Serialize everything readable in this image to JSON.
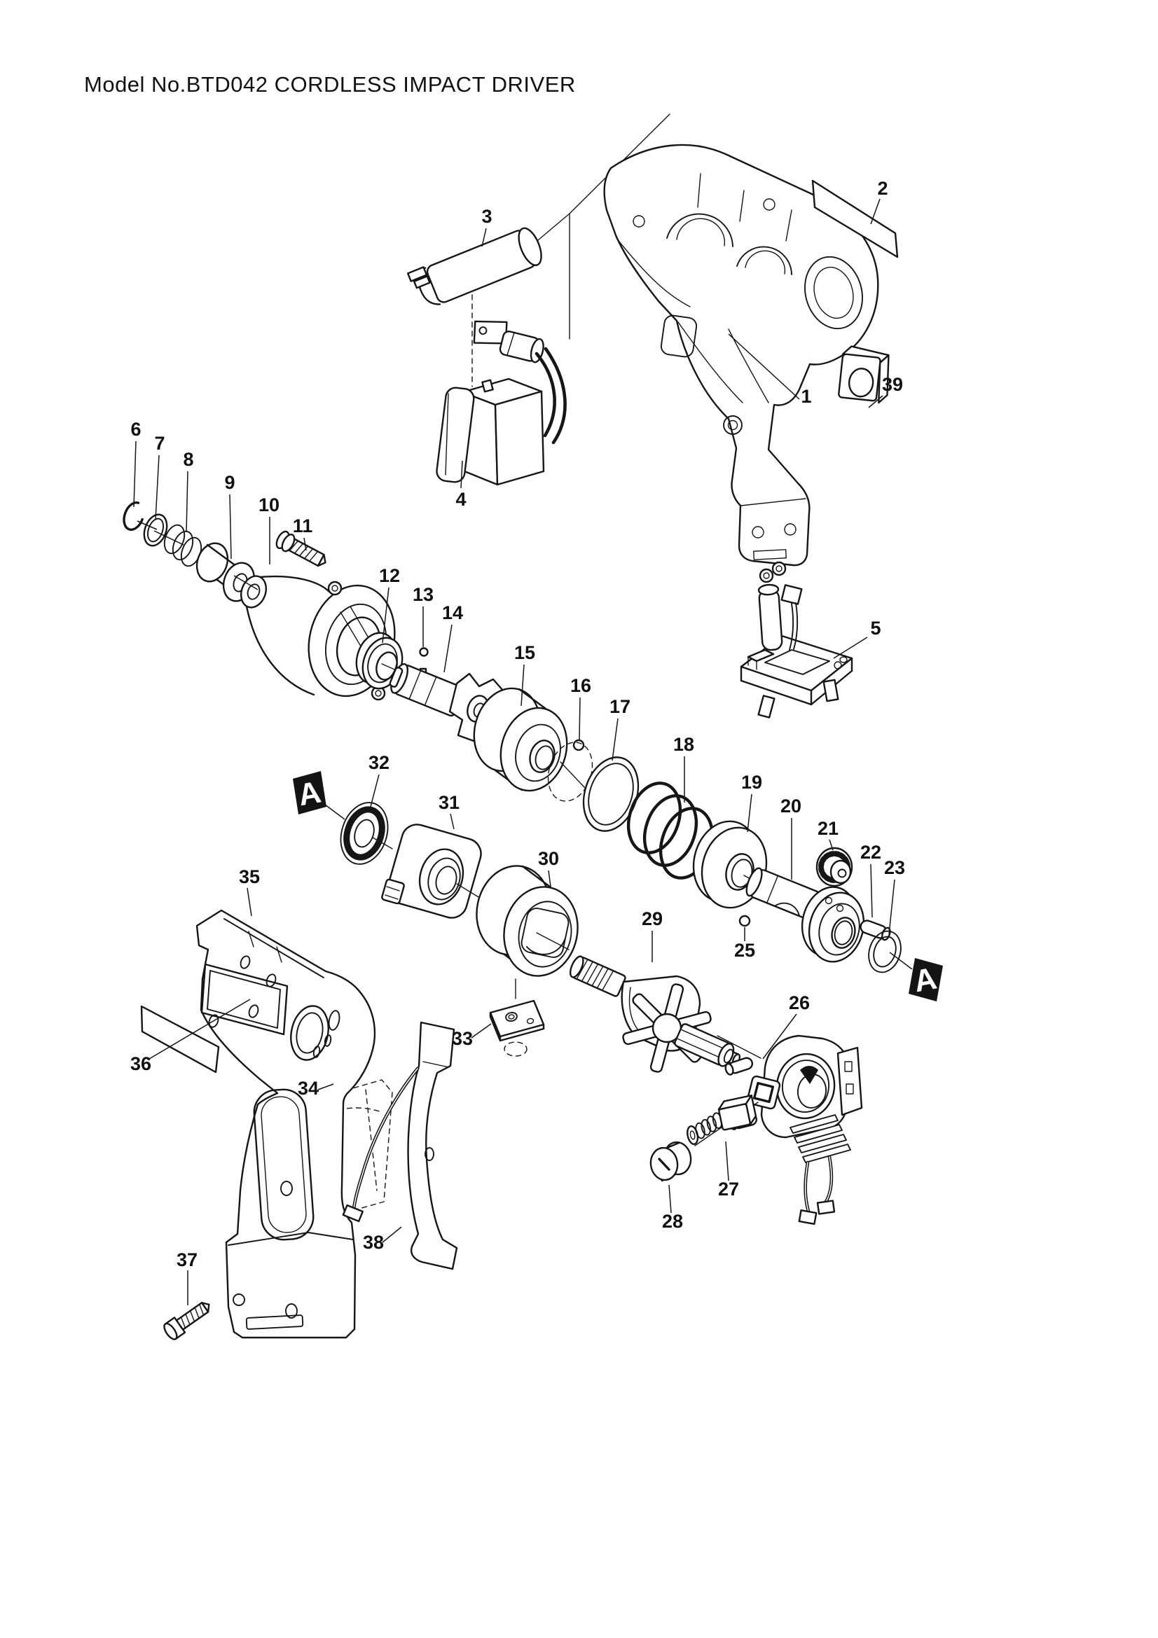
{
  "title": "Model No.BTD042 CORDLESS IMPACT DRIVER",
  "diagram": {
    "type": "exploded-parts-diagram",
    "background": "#ffffff",
    "line_color": "#161616"
  },
  "parts": {
    "p1": "1",
    "p2": "2",
    "p3": "3",
    "p4": "4",
    "p5": "5",
    "p6": "6",
    "p7": "7",
    "p8": "8",
    "p9": "9",
    "p10": "10",
    "p11": "11",
    "p12": "12",
    "p13": "13",
    "p14": "14",
    "p15": "15",
    "p16": "16",
    "p17": "17",
    "p18": "18",
    "p19": "19",
    "p20": "20",
    "p21": "21",
    "p22": "22",
    "p23": "23",
    "p25": "25",
    "p26": "26",
    "p27": "27",
    "p28": "28",
    "p29": "29",
    "p30": "30",
    "p31": "31",
    "p32": "32",
    "p33": "33",
    "p34": "34",
    "p35": "35",
    "p36": "36",
    "p37": "37",
    "p38": "38",
    "p39": "39"
  },
  "markers": {
    "section_a_left": "A",
    "section_a_right": "A"
  }
}
